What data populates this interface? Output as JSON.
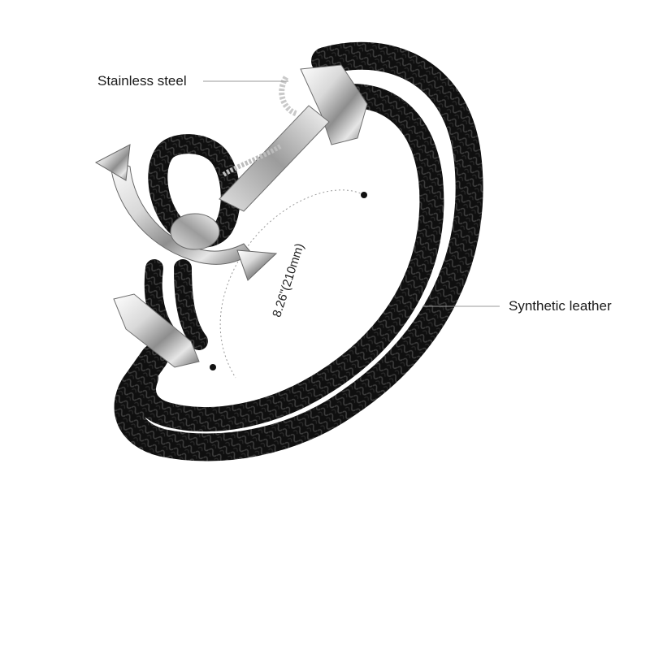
{
  "annotations": {
    "material_top": "Stainless steel",
    "material_right": "Synthetic leather",
    "dimension": "8.26\"(210mm)"
  },
  "colors": {
    "leather": "#111111",
    "leather_highlight": "#3a3a3a",
    "steel_light": "#f2f2f2",
    "steel_mid": "#b8b8b8",
    "steel_dark": "#555555",
    "guide_line": "#9a9a9a"
  }
}
